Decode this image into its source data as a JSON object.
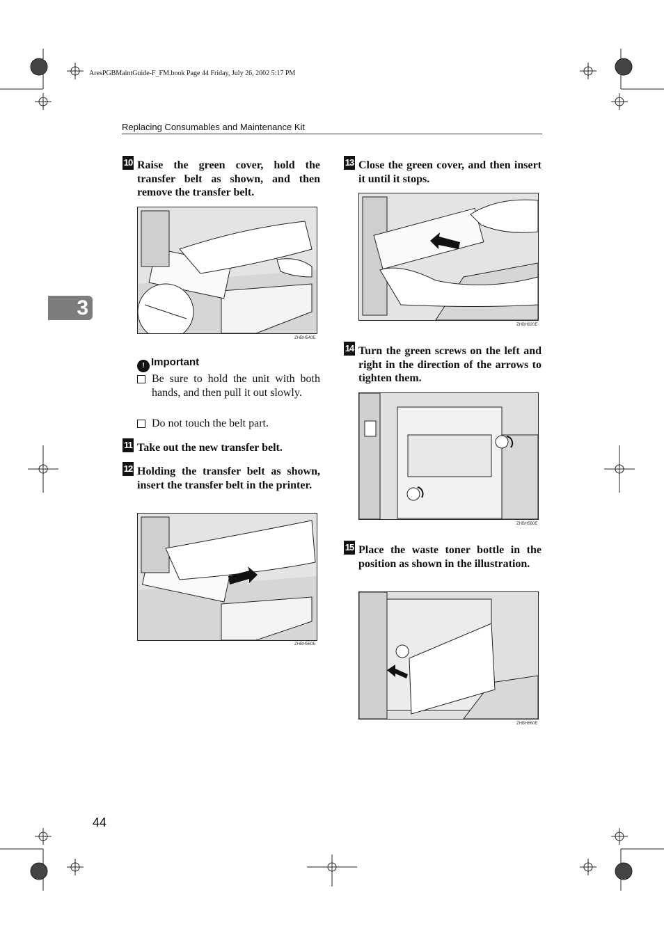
{
  "file_header": "AresPGBMaintGuide-F_FM.book  Page 44  Friday, July 26, 2002  5:17 PM",
  "section_title": "Replacing Consumables and Maintenance Kit",
  "chapter_tab": "3",
  "page_number": "44",
  "steps": [
    {
      "number": "10",
      "text": "Raise the green cover, hold the transfer belt as shown, and then remove the transfer belt."
    },
    {
      "number": "11",
      "text": "Take out the new transfer belt."
    },
    {
      "number": "12",
      "text": "Holding the transfer belt as shown, insert the transfer belt in the printer."
    },
    {
      "number": "13",
      "text": "Close the green cover, and then insert it until it stops."
    },
    {
      "number": "14",
      "text": "Turn the green screws on the left and right in the direction of the arrows to tighten them."
    },
    {
      "number": "15",
      "text": "Place the waste toner bottle in the position as shown in the illustration."
    }
  ],
  "important": {
    "heading": "Important",
    "items": [
      "Be sure to hold the unit with both hands, and then pull it out slowly.",
      "Do not touch the belt part."
    ]
  },
  "figures": [
    {
      "code": "ZHBH540E"
    },
    {
      "code": "ZHBH560E"
    },
    {
      "code": "ZHBH920E"
    },
    {
      "code": "ZHBH580E"
    },
    {
      "code": "ZHBH660E"
    }
  ]
}
